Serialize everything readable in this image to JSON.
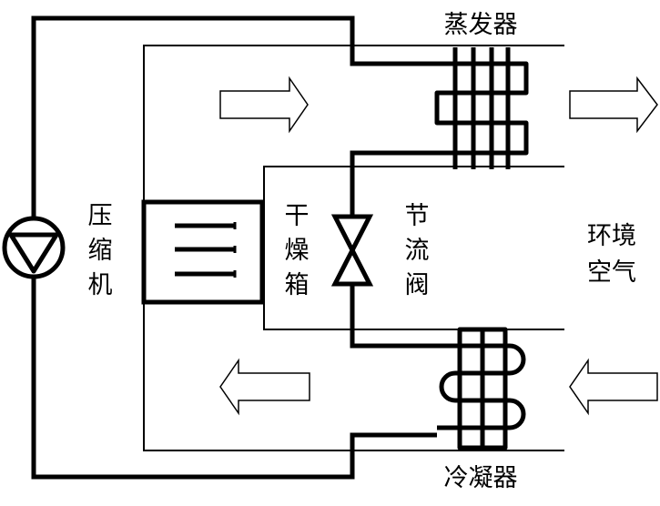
{
  "labels": {
    "evaporator": "蒸发器",
    "condenser": "冷凝器",
    "compressor": [
      "压",
      "缩",
      "机"
    ],
    "drying_box": [
      "干",
      "燥",
      "箱"
    ],
    "throttle_valve": [
      "节",
      "流",
      "阀"
    ],
    "ambient_air": [
      "环境",
      "空气"
    ]
  },
  "colors": {
    "line": "#000000",
    "background": "#ffffff"
  }
}
